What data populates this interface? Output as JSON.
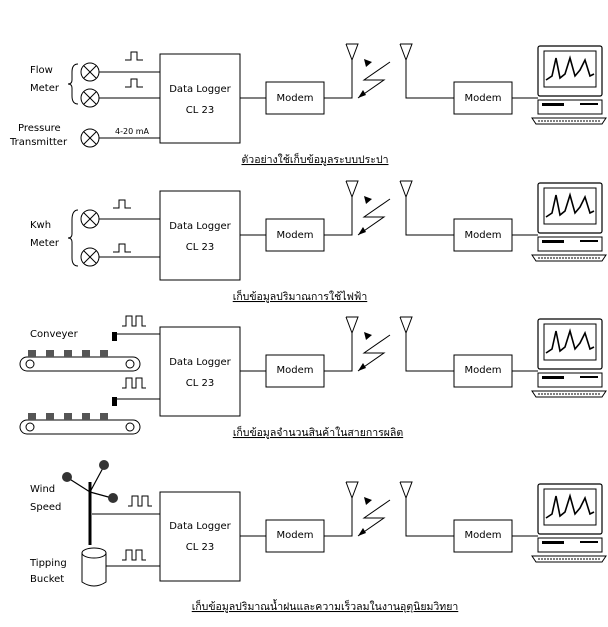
{
  "common": {
    "logger_title": "Data Logger",
    "logger_model": "CL 23",
    "modem_label": "Modem"
  },
  "panel1": {
    "flow_label_1": "Flow",
    "flow_label_2": "Meter",
    "pressure_label_1": "Pressure",
    "pressure_label_2": "Transmitter",
    "signal_label": "4-20 mA",
    "caption": "ตัวอย่างใช้เก็บข้อมูลระบบประปา"
  },
  "panel2": {
    "kwh_label_1": "Kwh",
    "kwh_label_2": "Meter",
    "caption": "เก็บข้อมูลปริมาณการใช้ไฟฟ้า"
  },
  "panel3": {
    "conveyer_label": "Conveyer",
    "caption": "เก็บข้อมูลจำนวนสินค้าในสายการผลิต"
  },
  "panel4": {
    "wind_label_1": "Wind",
    "wind_label_2": "Speed",
    "tipping_label_1": "Tipping",
    "tipping_label_2": "Bucket",
    "caption": "เก็บข้อมูลปริมาณน้ำฝนและความเร็วลมในงานอุตุนิยมวิทยา"
  }
}
